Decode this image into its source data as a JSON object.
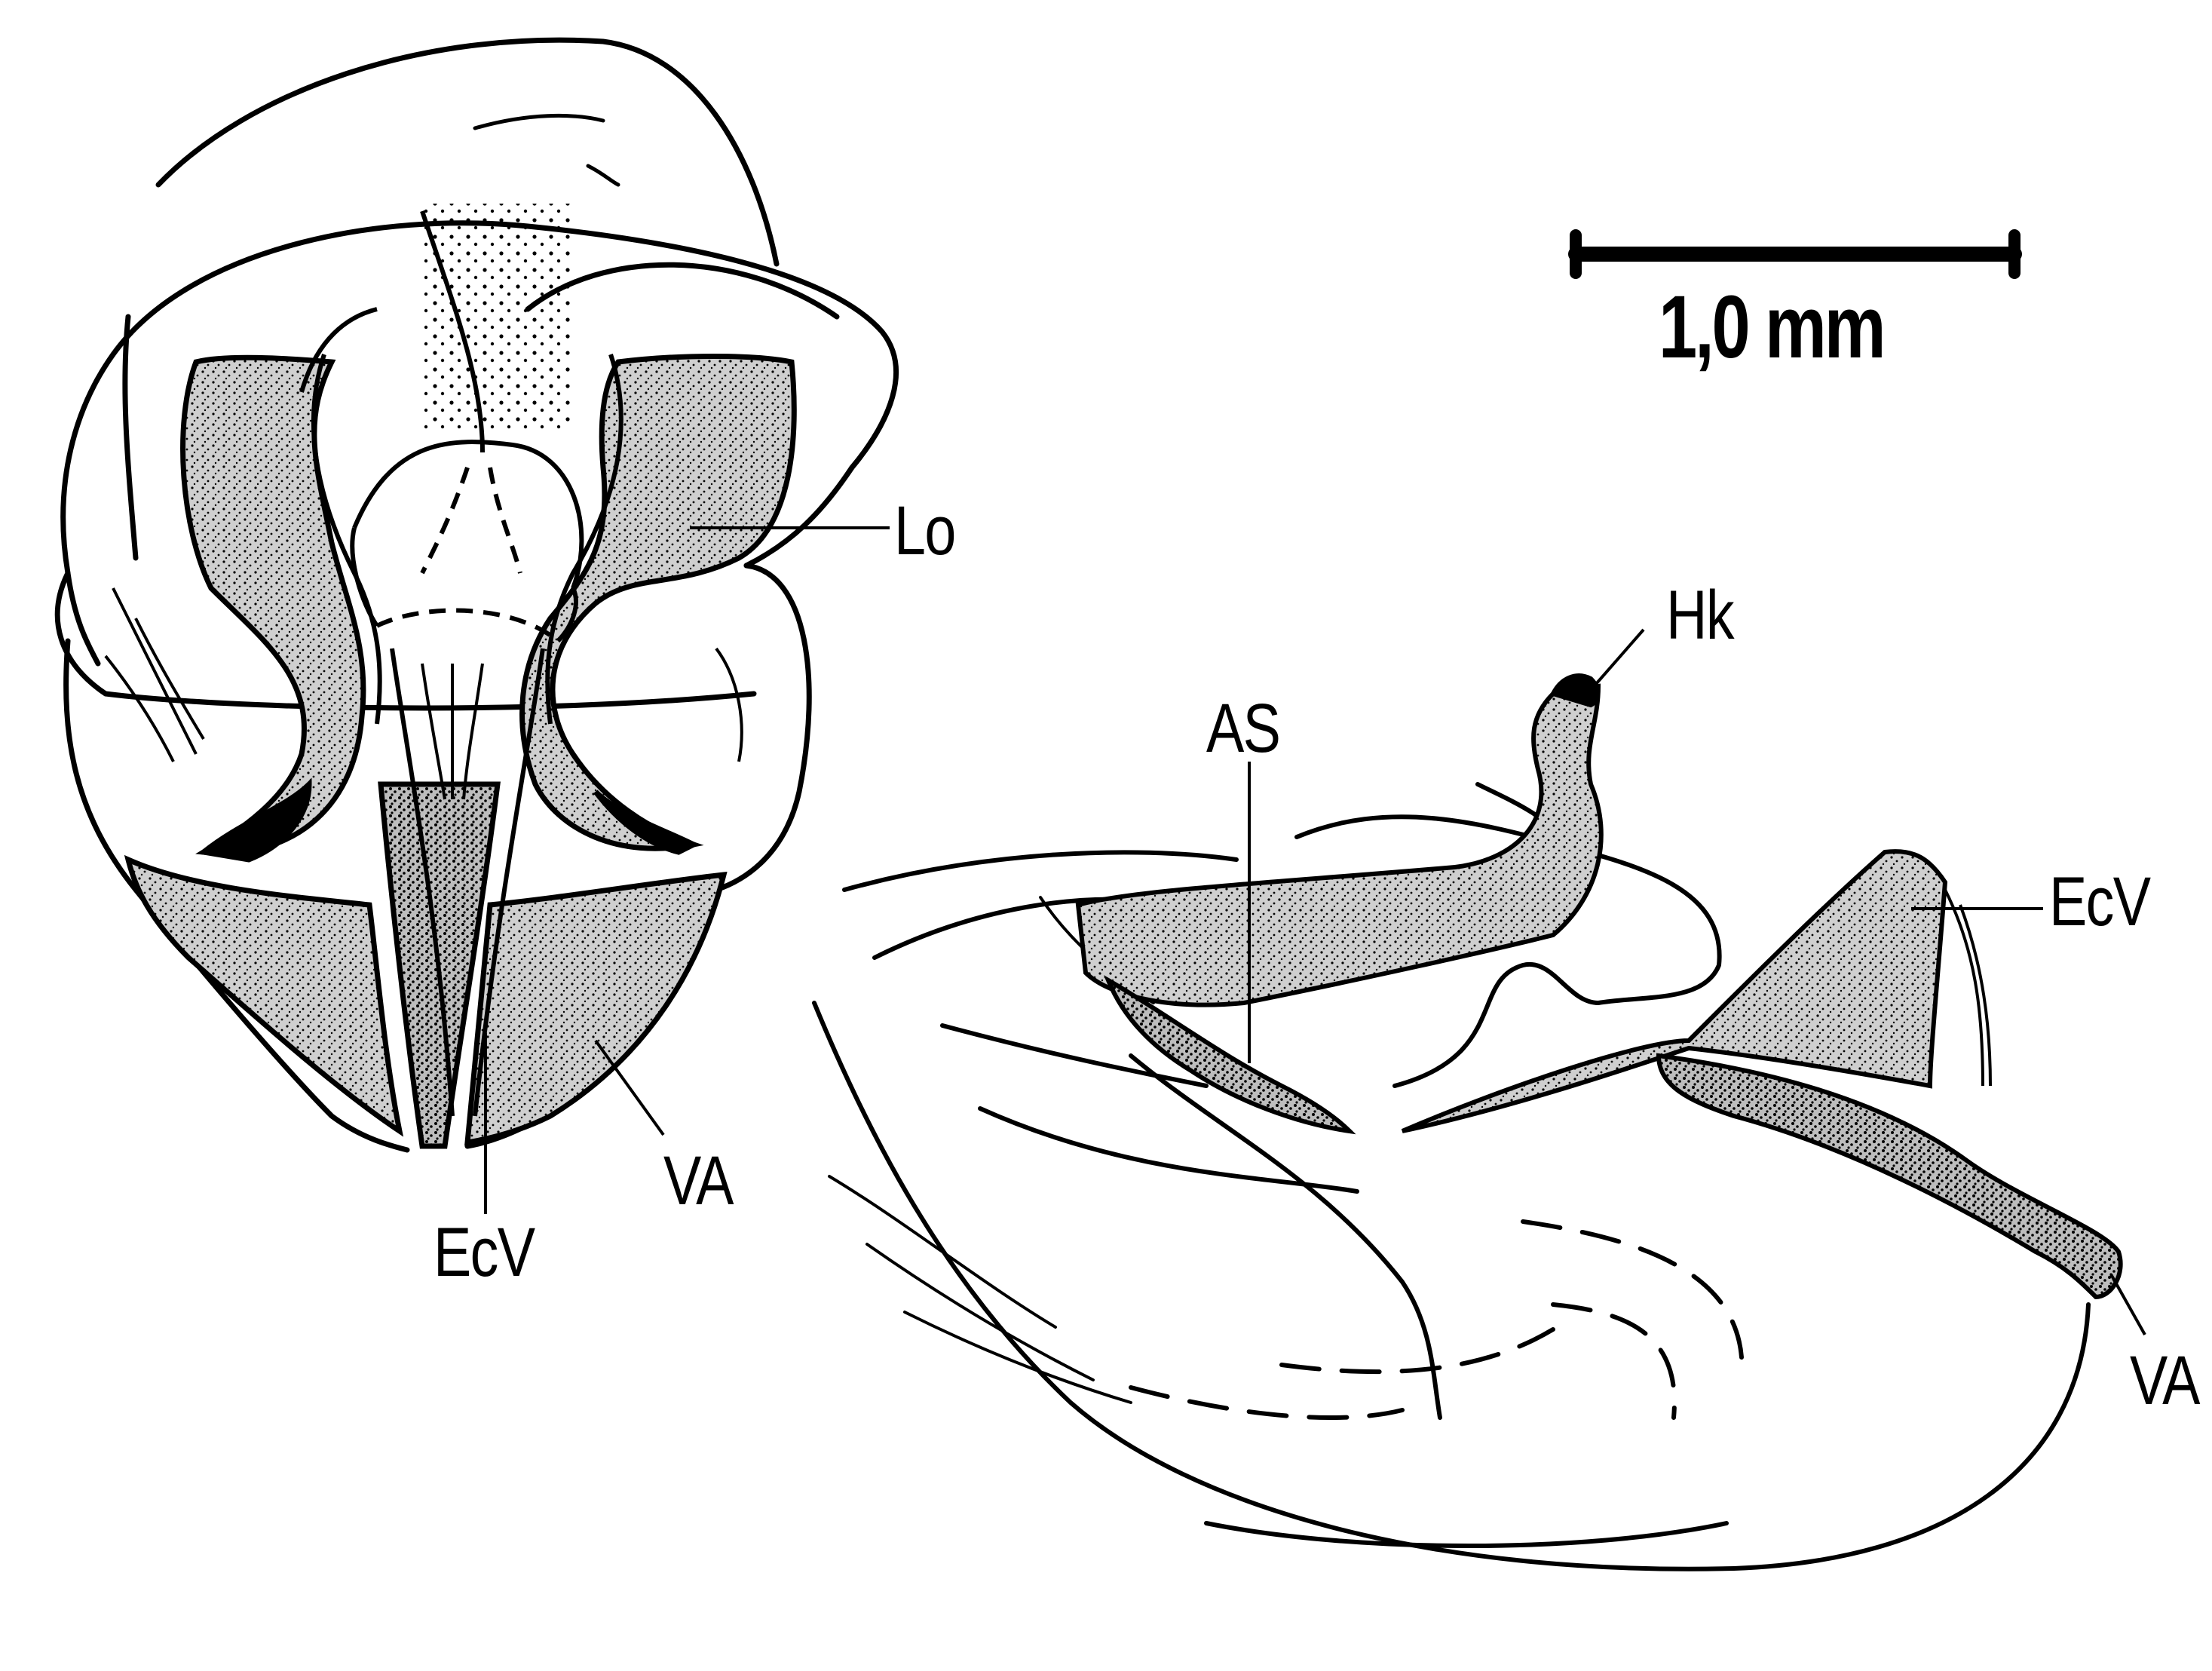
{
  "figure": {
    "type": "scientific-illustration",
    "panels": [
      {
        "id": "left",
        "view": "dorsal/frontal view of genital capsule",
        "labels": [
          {
            "key": "Lo",
            "text": "Lo"
          },
          {
            "key": "EcV",
            "text": "EcV"
          },
          {
            "key": "VA",
            "text": "VA"
          }
        ]
      },
      {
        "id": "right",
        "view": "lateral view",
        "labels": [
          {
            "key": "Hk",
            "text": "Hk"
          },
          {
            "key": "AS",
            "text": "AS"
          },
          {
            "key": "EcV",
            "text": "EcV"
          },
          {
            "key": "VA",
            "text": "VA"
          }
        ]
      }
    ],
    "scale_bar": {
      "label": "1,0 mm",
      "value": 1.0,
      "unit": "mm"
    },
    "colors": {
      "ink": "#000000",
      "stipple_fill": "#c8c8c8",
      "background": "#ffffff"
    }
  }
}
